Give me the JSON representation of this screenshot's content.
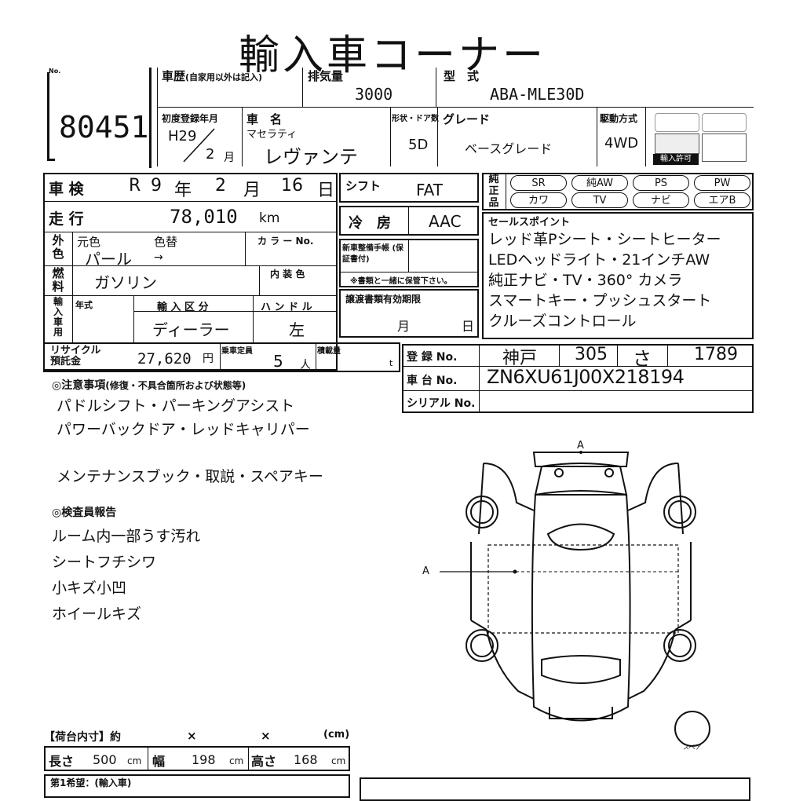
{
  "title": "輸入車コーナー",
  "lot": {
    "label": "No.",
    "number": "80451"
  },
  "history": {
    "label": "車歴",
    "note": "(自家用以外は記入)"
  },
  "displacement": {
    "label": "排気量",
    "value": "3000"
  },
  "model": {
    "label": "型　式",
    "value": "ABA-MLE30D"
  },
  "first_reg": {
    "label": "初度登録年月",
    "year": "H29",
    "month": "2",
    "month_unit": "月"
  },
  "car_name": {
    "label": "車　名",
    "maker": "マセラティ",
    "name": "レヴァンテ"
  },
  "shape": {
    "label": "形状・ドア数",
    "value": "5D"
  },
  "grade": {
    "label": "グレード",
    "value": "ベースグレード"
  },
  "drive": {
    "label": "駆動方式",
    "value": "4WD"
  },
  "stamp_text": "輸入許可",
  "inspection": {
    "label": "車 検",
    "era": "R",
    "year": "9",
    "year_unit": "年",
    "month": "2",
    "month_unit": "月",
    "day": "16",
    "day_unit": "日"
  },
  "shift": {
    "label": "シフト",
    "value": "FAT"
  },
  "mileage": {
    "label": "走 行",
    "value": "78,010",
    "unit": "km"
  },
  "aircon": {
    "label": "冷　房",
    "value": "AAC"
  },
  "color": {
    "label": "外色",
    "orig_label": "元色",
    "change_label": "色替",
    "orig": "パール",
    "arrow": "→",
    "code_label": "カ ラ ー No."
  },
  "fuel": {
    "label": "燃料",
    "value": "ガソリン",
    "interior_label": "内 装 色"
  },
  "new_car_docs": {
    "label": "新車整備手帳 (保証書付)",
    "note": "※書類と一緒に保管下さい。"
  },
  "import": {
    "label": "輸入車用",
    "year_label": "年式",
    "type_label": "輸 入 区 分",
    "type": "ディーラー",
    "handle_label": "ハ ン ド ル",
    "handle": "左"
  },
  "transfer_docs": {
    "label": "譲渡書類有効期限",
    "month_unit": "月",
    "day_unit": "日"
  },
  "recycle": {
    "label": "リサイクル 預託金",
    "value": "27,620",
    "unit": "円"
  },
  "capacity": {
    "label": "乗車定員",
    "value": "5",
    "unit": "人"
  },
  "load": {
    "label": "積載量",
    "unit": "t"
  },
  "options": {
    "label": "純正品",
    "row1": [
      "SR",
      "純AW",
      "PS",
      "PW"
    ],
    "row2": [
      "カワ",
      "TV",
      "ナビ",
      "エアB"
    ]
  },
  "sales_points": {
    "label": "セールスポイント",
    "lines": [
      "レッド革Pシート・シートヒーター",
      "LEDヘッドライト・21インチAW",
      "純正ナビ・TV・360° カメラ",
      "スマートキー・プッシュスタート",
      "クルーズコントロール"
    ]
  },
  "registration": {
    "label": "登 録 No.",
    "region": "神戸",
    "class": "305",
    "kana": "さ",
    "number": "1789"
  },
  "chassis": {
    "label": "車 台 No.",
    "value": "ZN6XU61J00X218194"
  },
  "serial": {
    "label": "シリアル No."
  },
  "notes": {
    "label": "◎注意事項",
    "sub": "(修復・不具合箇所および状態等)",
    "lines": [
      "パドルシフト・パーキングアシスト",
      "パワーバックドア・レッドキャリパー",
      "",
      "メンテナンスブック・取説・スペアキー"
    ]
  },
  "inspector": {
    "label": "◎検査員報告",
    "lines": [
      "ルーム内一部うす汚れ",
      "シートフチシワ",
      "小キズ小凹",
      "ホイールキズ"
    ]
  },
  "diagram": {
    "mark_top": "A",
    "mark_left": "A",
    "spare_label": "スペア"
  },
  "cargo": {
    "label": "【荷台内寸】約",
    "x1": "×",
    "x2": "×",
    "unit": "(cm)"
  },
  "dims": {
    "length_label": "長さ",
    "length": "500",
    "width_label": "幅",
    "width": "198",
    "height_label": "高さ",
    "height": "168",
    "unit": "cm"
  },
  "bottom": {
    "label": "第1希望：(輸入車)"
  }
}
